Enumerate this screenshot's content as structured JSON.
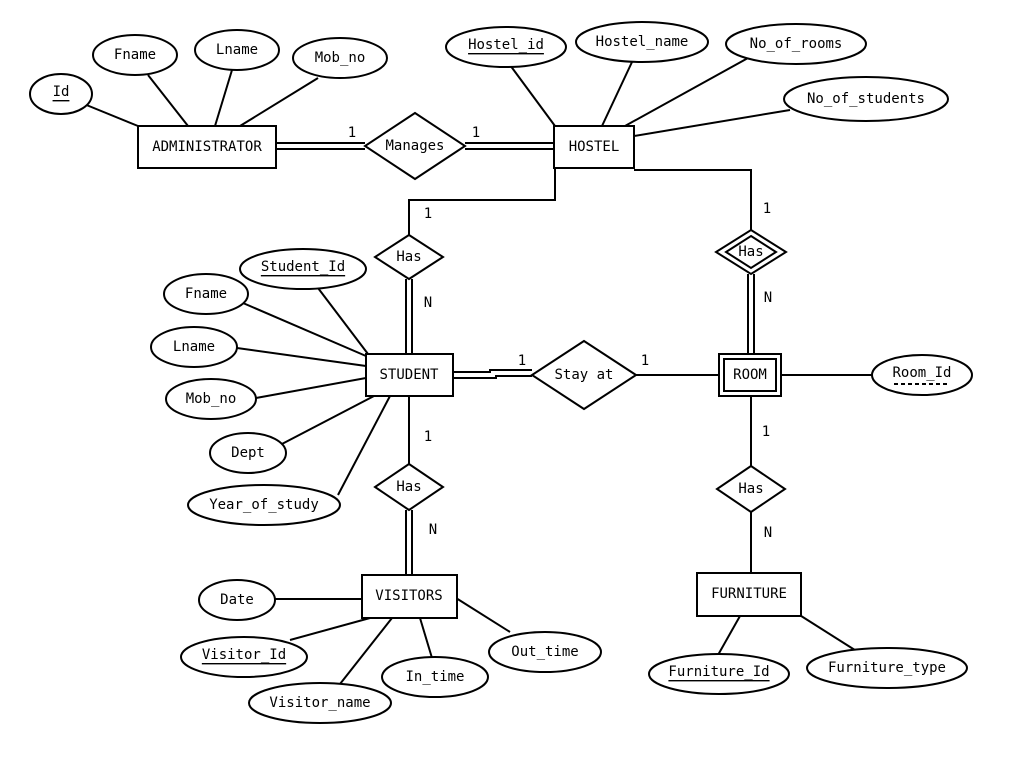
{
  "entities": {
    "administrator": "ADMINISTRATOR",
    "hostel": "HOSTEL",
    "student": "STUDENT",
    "room": "ROOM",
    "visitors": "VISITORS",
    "furniture": "FURNITURE"
  },
  "relationships": {
    "manages": "Manages",
    "hostel_student_has": "Has",
    "hostel_room_has": "Has",
    "stay_at": "Stay at",
    "student_visitors_has": "Has",
    "room_furniture_has": "Has"
  },
  "attributes": {
    "admin_id": "Id",
    "admin_fname": "Fname",
    "admin_lname": "Lname",
    "admin_mob_no": "Mob_no",
    "hostel_id": "Hostel_id",
    "hostel_name": "Hostel_name",
    "no_of_rooms": "No_of_rooms",
    "no_of_students": "No_of_students",
    "student_id": "Student_Id",
    "student_fname": "Fname",
    "student_lname": "Lname",
    "student_mob_no": "Mob_no",
    "dept": "Dept",
    "year_of_study": "Year_of_study",
    "room_id": "Room_Id",
    "date": "Date",
    "visitor_id": "Visitor_Id",
    "visitor_name": "Visitor_name",
    "in_time": "In_time",
    "out_time": "Out_time",
    "furniture_id": "Furniture_Id",
    "furniture_type": "Furniture_type"
  },
  "cardinalities": {
    "admin_manages": "1",
    "hostel_manages": "1",
    "hostel_has_student": "1",
    "student_has": "N",
    "hostel_has_room": "1",
    "room_has": "N",
    "student_stay_at": "1",
    "room_stay_at": "1",
    "student_has_visitors": "1",
    "visitors_has": "N",
    "room_has_furniture": "1",
    "furniture_has": "N"
  }
}
